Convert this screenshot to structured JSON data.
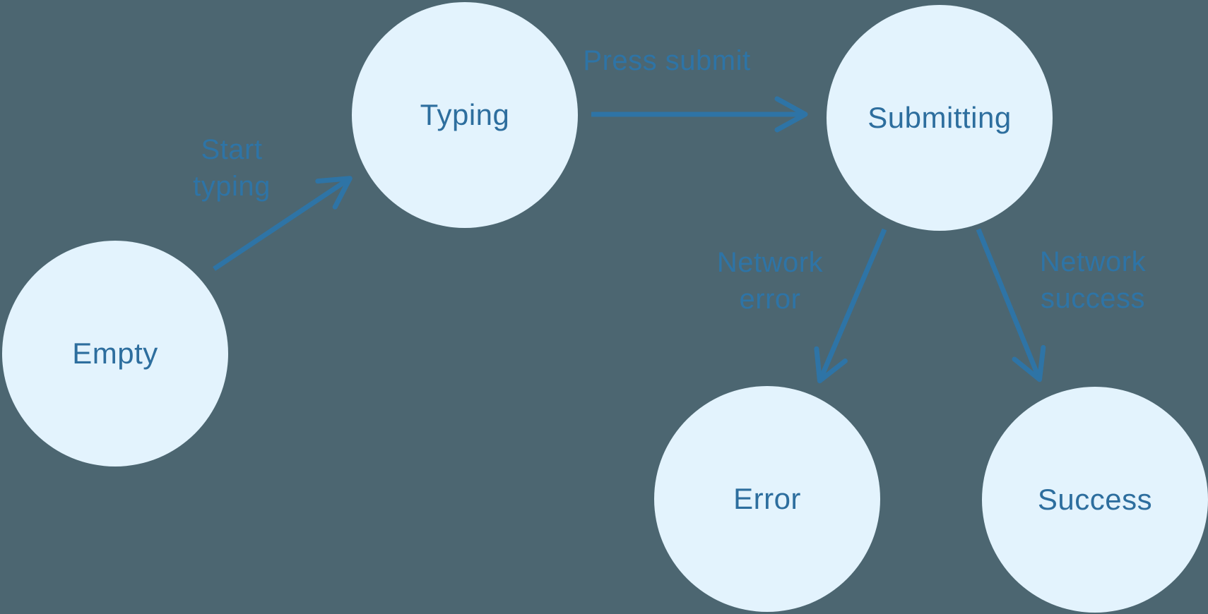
{
  "diagram": {
    "type": "state-machine-flowchart",
    "nodes": [
      {
        "id": "empty",
        "label": "Empty"
      },
      {
        "id": "typing",
        "label": "Typing"
      },
      {
        "id": "submitting",
        "label": "Submitting"
      },
      {
        "id": "error",
        "label": "Error"
      },
      {
        "id": "success",
        "label": "Success"
      }
    ],
    "edges": [
      {
        "from": "empty",
        "to": "typing",
        "label": "Start typing"
      },
      {
        "from": "typing",
        "to": "submitting",
        "label": "Press submit"
      },
      {
        "from": "submitting",
        "to": "error",
        "label": "Network error"
      },
      {
        "from": "submitting",
        "to": "success",
        "label": "Network success"
      }
    ]
  },
  "colors": {
    "background": "#4C6671",
    "node_fill": "#E3F3FD",
    "node_text": "#2D6E9E",
    "edge_color": "#2E74A6",
    "edge_label_color": "#2E74A6"
  }
}
